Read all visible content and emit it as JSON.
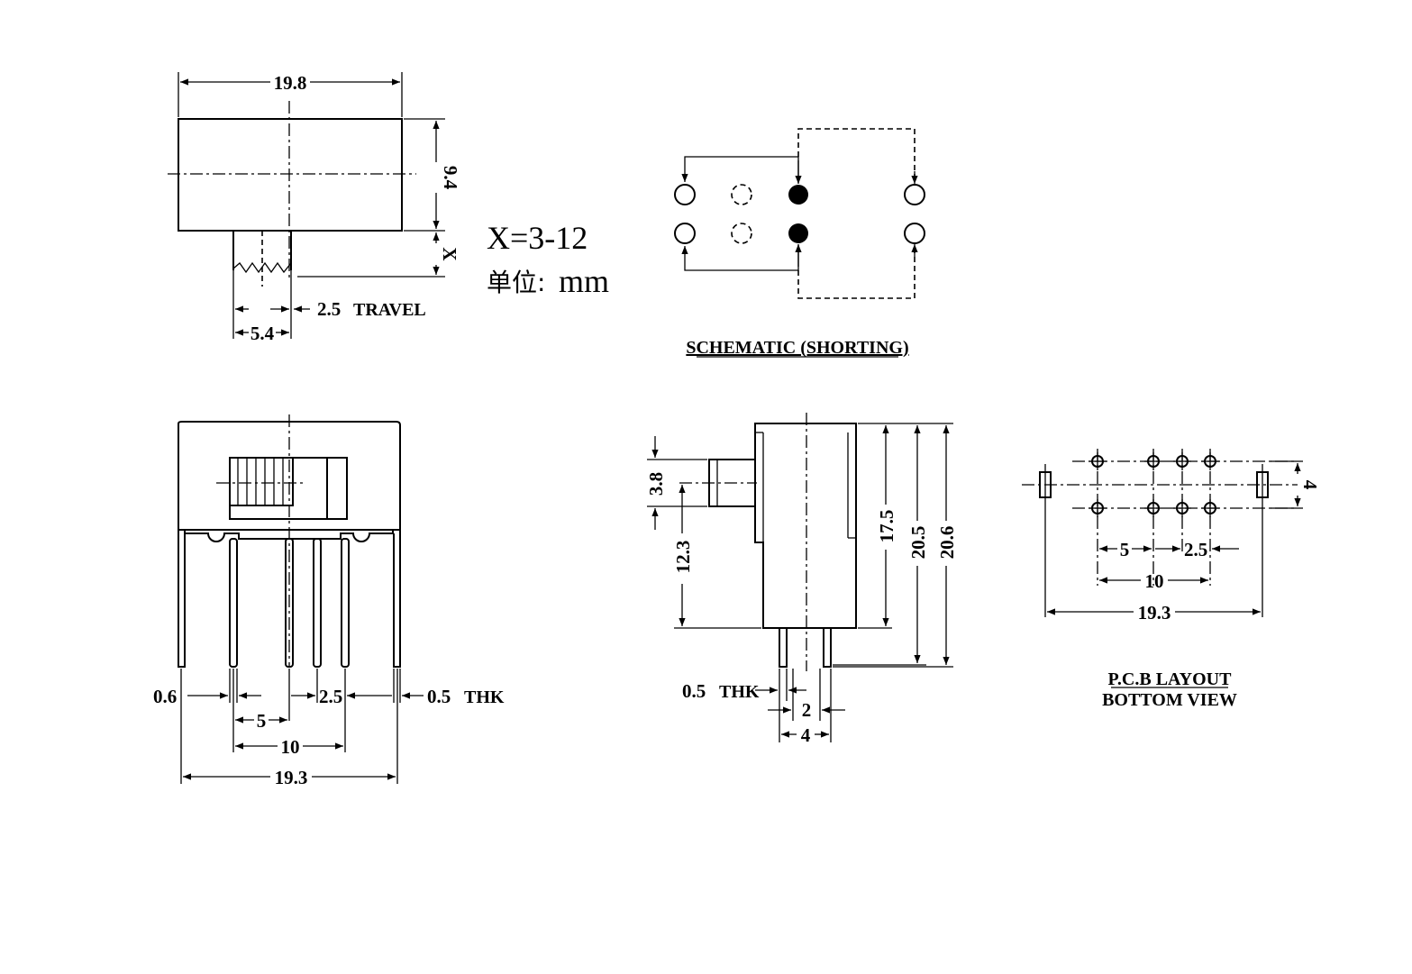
{
  "top_view": {
    "width_dim": "19.8",
    "height_dim": "9.4",
    "x_dim": "X",
    "actuator_dim": "5.4",
    "travel_dim": "2.5",
    "travel_label": "TRAVEL"
  },
  "notes": {
    "x_range": "X=3-12",
    "unit_label": "单位:",
    "unit": "mm"
  },
  "schematic": {
    "caption": "SCHEMATIC (SHORTING)"
  },
  "front_view": {
    "pin_width_dim": "0.6",
    "pitch_small_dim": "2.5",
    "thickness_dim": "0.5",
    "thickness_label": "THK",
    "pitch5_dim": "5",
    "pitch10_dim": "10",
    "overall_dim": "19.3"
  },
  "side_view": {
    "actuator_dim": "3.8",
    "offset_dim": "12.3",
    "body_height_dim": "17.5",
    "height_205_dim": "20.5",
    "height_206_dim": "20.6",
    "thickness_dim": "0.5",
    "thickness_label": "THK",
    "pin_gap_dim": "2",
    "pin_span_dim": "4"
  },
  "pcb_layout": {
    "row_dim": "4",
    "pitch5_dim": "5",
    "pitch25_dim": "2.5",
    "pitch10_dim": "10",
    "overall_dim": "19.3",
    "caption_line1": "P.C.B LAYOUT",
    "caption_line2": "BOTTOM VIEW"
  }
}
